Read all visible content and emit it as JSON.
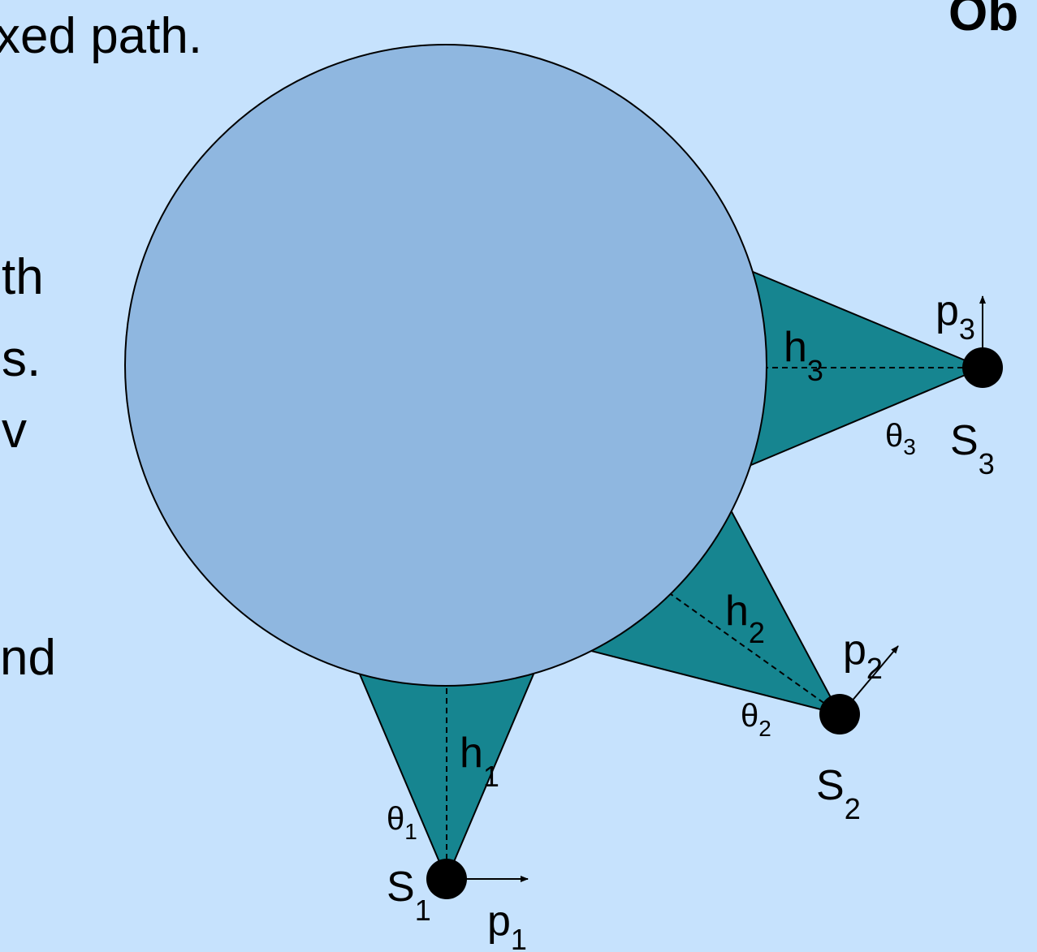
{
  "background_text": {
    "line1": "xed path.",
    "line2": "th",
    "line3": "s.",
    "line4": "v",
    "line5": "nd",
    "heading_fragment": "Ob"
  },
  "diagram": {
    "colors": {
      "background": "#c6e2fd",
      "circle_fill": "#8fb7e0",
      "cone_fill": "#168590",
      "outline": "#000000"
    },
    "sensors": [
      {
        "id": "S1",
        "S_label": "S",
        "S_sub": "1",
        "h_label": "h",
        "h_sub": "1",
        "theta_label": "θ",
        "theta_sub": "1",
        "p_label": "p",
        "p_sub": "1"
      },
      {
        "id": "S2",
        "S_label": "S",
        "S_sub": "2",
        "h_label": "h",
        "h_sub": "2",
        "theta_label": "θ",
        "theta_sub": "2",
        "p_label": "p",
        "p_sub": "2"
      },
      {
        "id": "S3",
        "S_label": "S",
        "S_sub": "3",
        "h_label": "h",
        "h_sub": "3",
        "theta_label": "θ",
        "theta_sub": "3",
        "p_label": "p",
        "p_sub": "3"
      }
    ]
  }
}
